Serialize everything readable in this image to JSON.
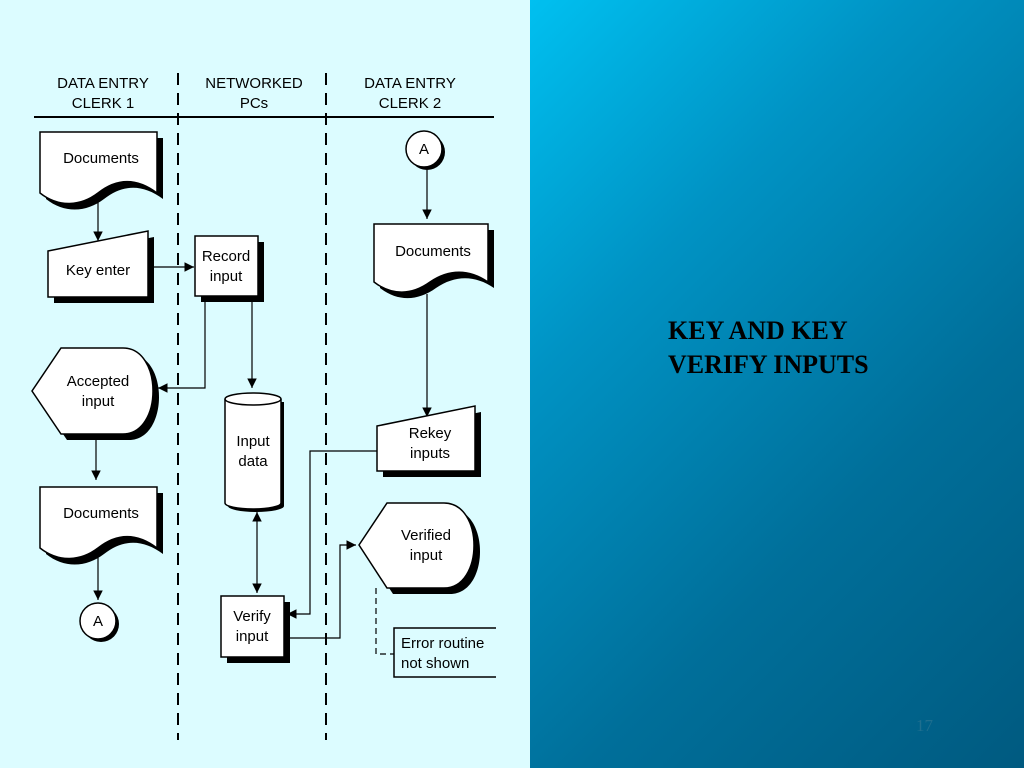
{
  "slide": {
    "title_lines": [
      "KEY AND KEY",
      "VERIFY INPUTS"
    ],
    "page_number": "17"
  },
  "diagram": {
    "lanes": [
      {
        "lines": [
          "DATA ENTRY",
          "CLERK 1"
        ]
      },
      {
        "lines": [
          "NETWORKED",
          "PCs"
        ]
      },
      {
        "lines": [
          "DATA ENTRY",
          "CLERK 2"
        ]
      }
    ],
    "nodes": {
      "documents_1": [
        "Documents"
      ],
      "key_enter": [
        "Key enter"
      ],
      "record_input": [
        "Record",
        "input"
      ],
      "accepted_input": [
        "Accepted",
        "input"
      ],
      "documents_2": [
        "Documents"
      ],
      "connector_out": [
        "A"
      ],
      "input_data": [
        "Input",
        "data"
      ],
      "verify_input": [
        "Verify",
        "input"
      ],
      "connector_in": [
        "A"
      ],
      "documents_3": [
        "Documents"
      ],
      "rekey_inputs": [
        "Rekey",
        "inputs"
      ],
      "verified_input": [
        "Verified",
        "input"
      ],
      "error_routine": [
        "Error routine",
        "not shown"
      ]
    },
    "colors": {
      "background": "#dcfcff",
      "stroke": "#000000",
      "shape_fill": "#ffffff",
      "panel_gradient_start": "#00c0f0",
      "panel_gradient_end": "#005a80"
    }
  }
}
